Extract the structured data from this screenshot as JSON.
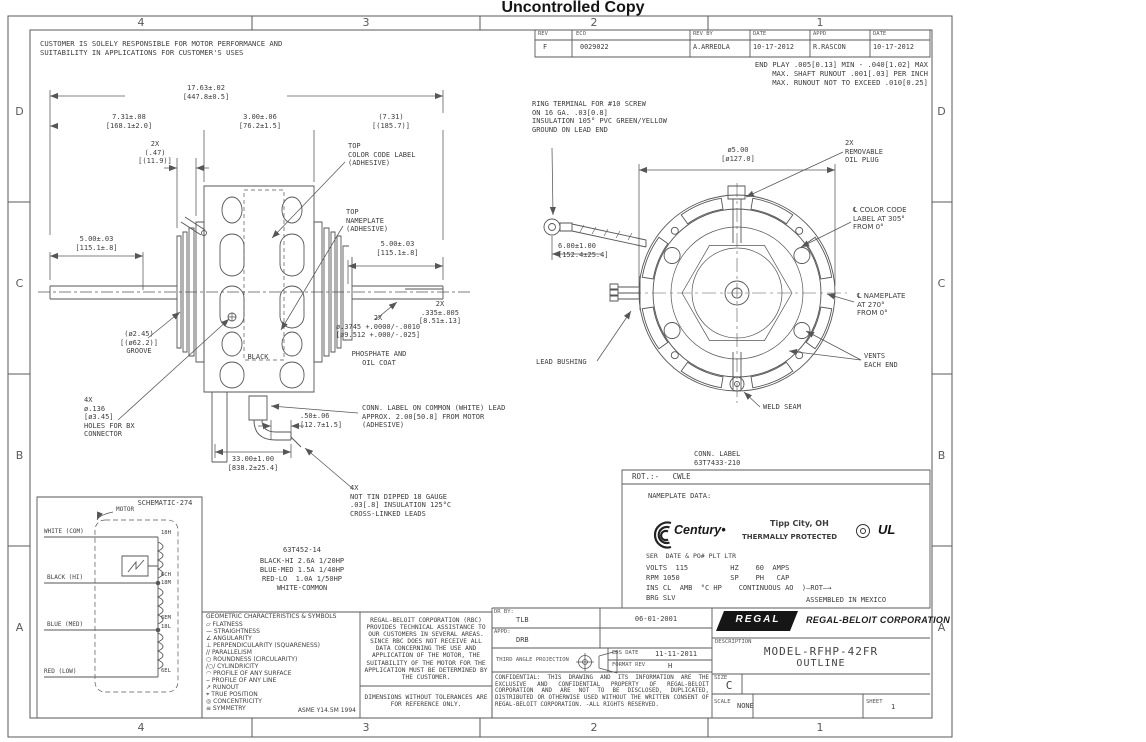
{
  "watermark": "Uncontrolled Copy",
  "zones": {
    "cols": [
      "4",
      "3",
      "2",
      "1"
    ],
    "rows": [
      "D",
      "C",
      "B",
      "A"
    ]
  },
  "rev_table": {
    "headers": [
      "REV",
      "ECO",
      "REV BY",
      "DATE",
      "APPD",
      "DATE"
    ],
    "row": [
      "F",
      "0029022",
      "A.ARREOLA",
      "10-17-2012",
      "R.RASCON",
      "10-17-2012"
    ]
  },
  "general_notes": {
    "customer": "CUSTOMER IS SOLELY RESPONSIBLE FOR MOTOR PERFORMANCE AND\nSUITABILITY IN APPLICATIONS FOR CUSTOMER'S USES",
    "endplay": "END PLAY .005[0.13] MIN - .040[1.02] MAX\nMAX. SHAFT RUNOUT .001[.03] PER INCH\nMAX. RUNOUT NOT TO EXCEED .010[0.25]"
  },
  "side_view": {
    "dim_overall": "17.63±.02\n[447.8±0.5]",
    "dim_left": "7.31±.08\n[168.1±2.0]",
    "dim_body": "3.00±.06\n[76.2±1.5]",
    "dim_right_ref": "(7.31)\n[(185.7)]",
    "dim_flange": "2X\n(.47)\n[(11.9)]",
    "dim_shaft_left": "5.00±.03\n[115.1±.8]",
    "dim_shaft_right": "5.00±.03\n[115.1±.8]",
    "top_color_label": "TOP\nCOLOR CODE LABEL\n(ADHESIVE)",
    "top_nameplate_label": "TOP\nNAMEPLATE\n(ADHESIVE)",
    "groove_label": "(ø2.45)\n[(ø62.2)]\nGROOVE",
    "black_label": "BLACK",
    "bx_holes_label": "4X\nø.136\n[ø3.45]\nHOLES FOR BX\nCONNECTOR",
    "shaft_dia_label": "2X\nø.3745 +.0000/-.0010\n[ø9.512 +.000/-.025]",
    "phosphate_label": "PHOSPHATE AND\nOIL COAT",
    "flat_label": "2X\n.335±.005\n[8.51±.13]",
    "lead_exit_dim": ".50±.06\n[12.7±1.5]",
    "lead_length_dim": "33.00±1.00\n[838.2±25.4]",
    "conn_label_note": "CONN. LABEL ON COMMON (WHITE) LEAD\nAPPROX. 2.00[50.8] FROM MOTOR\n(ADHESIVE)",
    "leads_note": "4X\nNOT TIN DIPPED 18 GAUGE\n.03[.8] INSULATION 125°C\nCROSS-LINKED LEADS"
  },
  "end_view": {
    "ring_terminal_note": "RING TERMINAL FOR #10 SCREW\nON 16 GA. .03[0.8]\nINSULATION 105° PVC GREEN/YELLOW\nGROUND ON LEAD END",
    "dia_dim": "ø5.00\n[ø127.0]",
    "oil_plug_label": "2X\nREMOVABLE\nOIL PLUG",
    "color_code_label": "℄ COLOR CODE\nLABEL AT 305°\nFROM 0°",
    "ground_dim": "6.00±1.00\n[152.4±25.4]",
    "nameplate_label": "℄ NAMEPLATE\nAT 270°\nFROM 0°",
    "lead_bushing_label": "LEAD BUSHING",
    "vents_label": "VENTS\nEACH END",
    "weld_seam_label": "WELD SEAM",
    "conn_label_pn": "CONN. LABEL\n63T7433-210"
  },
  "nameplate": {
    "rot_line": "ROT.:-   CWLE",
    "header": "NAMEPLATE DATA:",
    "brand": "Century•",
    "city": "Tipp City, OH",
    "thermal": "THERMALLY PROTECTED",
    "ser_line": "SER  DATE & PO# PLT LTR",
    "line_volts": "VOLTS  115          HZ    60  AMPS",
    "line_rpm": "RPM 1050            SP    PH   CAP",
    "line_ins": "INS CL  AMB  °C HP    CONTINUOUS AO  )—ROT—→",
    "line_brg": "BRG SLV",
    "assembled": "ASSEMBLED IN MEXICO"
  },
  "schematic": {
    "title": "SCHEMATIC-274",
    "motor_label": "MOTOR",
    "leads": [
      "WHITE (COM)",
      "BLACK (HI)",
      "BLUE (MED)",
      "RED (LOW)"
    ],
    "terminals": [
      "18H",
      "6CH",
      "18M",
      "6EM",
      "18L",
      "6EL"
    ]
  },
  "wire_table": {
    "part_number": "63T452-14",
    "rows": [
      "BLACK-HI 2.6A 1/20HP",
      "BLUE-MED 1.5A 1/40HP",
      "RED-LO  1.0A 1/50HP",
      "WHITE-COMMON"
    ]
  },
  "geo_symbols": {
    "title": "GEOMETRIC CHARACTERISTICS & SYMBOLS",
    "items": [
      "▱ FLATNESS",
      "— STRAIGHTNESS",
      "∠ ANGULARITY",
      "⊥ PERPENDICULARITY (SQUARENESS)",
      "// PARALLELISM",
      "○ ROUNDNESS (CIRCULARITY)",
      "/○/ CYLINDRICITY",
      "◠ PROFILE OF ANY SURFACE",
      "⌢ PROFILE OF ANY LINE",
      "↗ RUNOUT",
      "⌖ TRUE POSITION",
      "◎ CONCENTRICITY",
      "≡ SYMMETRY"
    ],
    "standard": "ASME Y14.5M 1994"
  },
  "rbc": {
    "assistance": "REGAL-BELOIT CORPORATION (RBC)\nPROVIDES TECHNICAL ASSISTANCE TO\nOUR CUSTOMERS IN SEVERAL AREAS.\nSINCE RBC DOES NOT RECEIVE ALL\nDATA CONCERNING THE USE AND\nAPPLICATION OF THE MOTOR, THE\nSUITABILITY OF THE MOTOR FOR THE\nAPPLICATION MUST BE DETERMINED BY\nTHE CUSTOMER.",
    "reference": "DIMENSIONS WITHOUT TOLERANCES ARE\nFOR REFERENCE ONLY."
  },
  "title_block": {
    "dr_by_label": "DR BY:",
    "dr_by": "TLB",
    "dr_date": "06-01-2001",
    "appd_label": "APPD:",
    "appd": "DRB",
    "projection_label": "THIRD ANGLE PROJECTION",
    "eds_label": "EDS DATE",
    "eds_date": "11-11-2011",
    "format_label": "FORMAT REV",
    "format_rev": "H",
    "confidential": "CONFIDENTIAL: THIS DRAWING AND ITS INFORMATION ARE THE EXCLUSIVE AND CONFIDENTIAL PROPERTY OF REGAL-BELOIT CORPORATION AND ARE NOT TO BE DISCLOSED, DUPLICATED, DISTRIBUTED OR OTHERWISE USED WITHOUT THE WRITTEN CONSENT OF REGAL-BELOIT CORPORATION. -ALL RIGHTS RESERVED.",
    "brand": "REGAL",
    "company": "REGAL-BELOIT CORPORATION",
    "description_label": "DESCRIPTION",
    "model": "MODEL-RFHP-42FR",
    "outline": "OUTLINE",
    "size_label": "SIZE",
    "size": "C",
    "scale_label": "SCALE",
    "scale": "NONE",
    "sheet_label": "SHEET",
    "sheet": "1"
  },
  "colors": {
    "line": "#565656",
    "text": "#3d3d3d",
    "stamp": "#141414"
  }
}
